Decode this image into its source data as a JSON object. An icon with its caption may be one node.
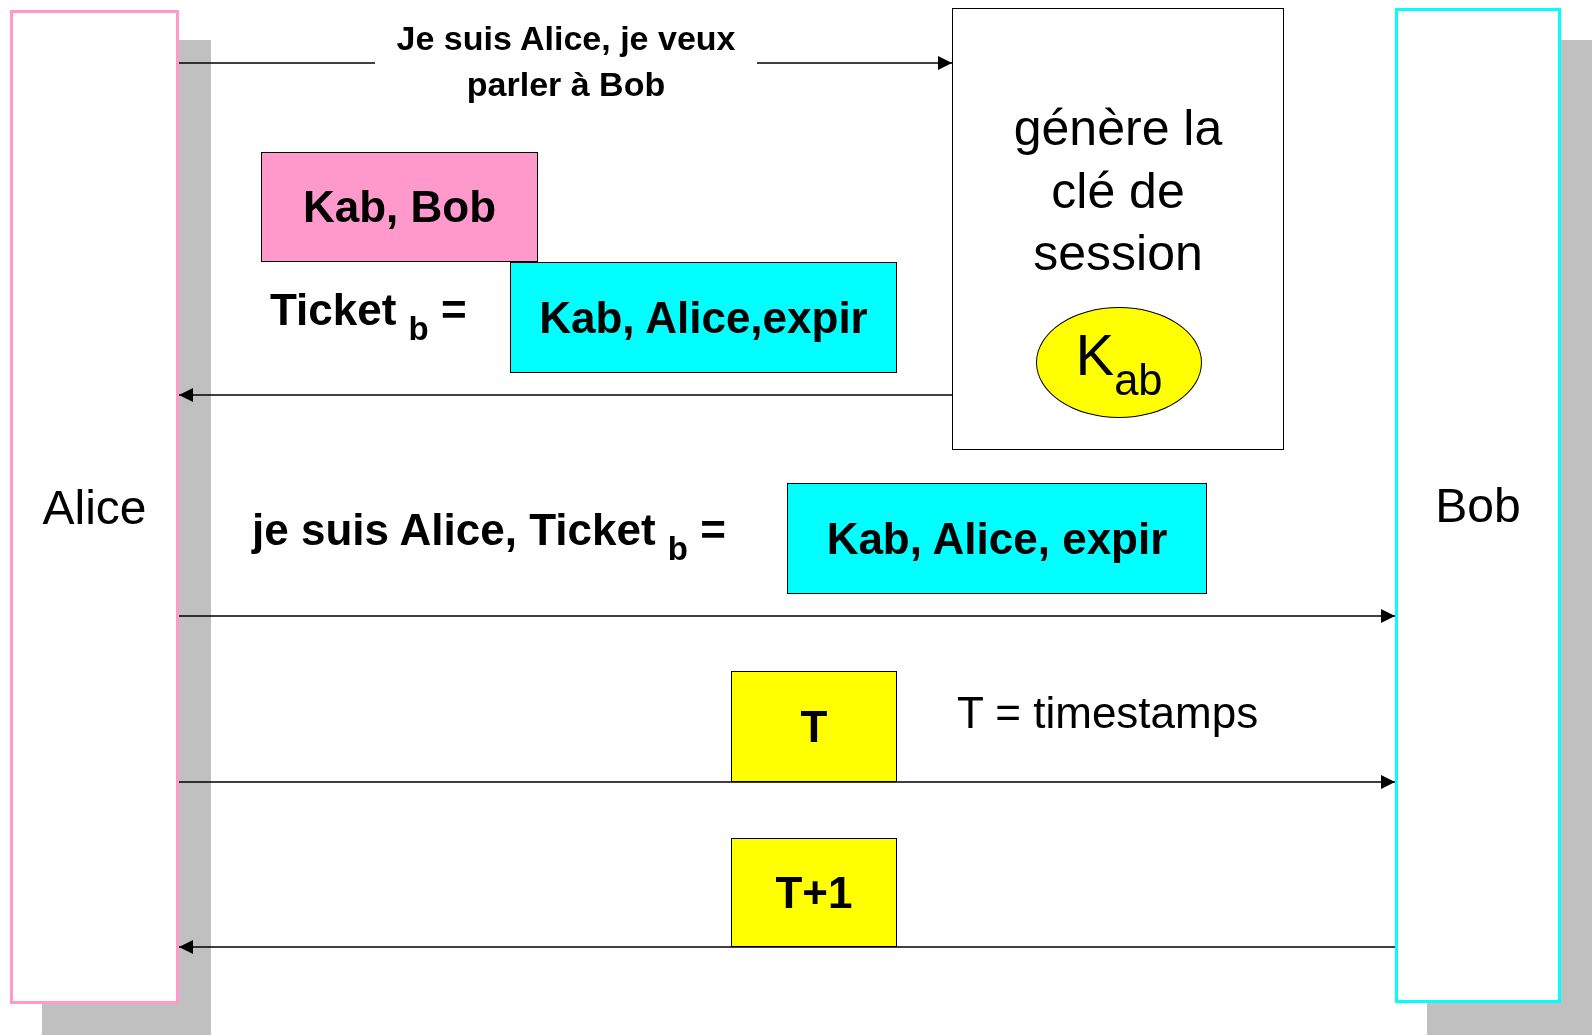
{
  "diagram": {
    "nodes": [
      {
        "text": [
          "Alice"
        ]
      },
      {
        "text": [
          "génère la clé de session"
        ]
      },
      {
        "text": [
          "K$_{ab}$"
        ],
        "in": 1
      },
      {
        "text": [
          "Bob"
        ]
      },
      {
        "text": [
          "Kab, Bob"
        ]
      },
      {
        "text": [
          "Kab, Alice,expir"
        ]
      },
      {
        "text": [
          "Kab, Alice, expir"
        ]
      },
      {
        "text": [
          "T"
        ]
      },
      {
        "text": [
          "T+1"
        ]
      }
    ],
    "edges": [
      {
        "from": 0,
        "to": 1,
        "arrow": "to",
        "label": "Je suis Alice, je veux parler à Bob"
      },
      {
        "from": 1,
        "to": 0,
        "arrow": "to"
      },
      {
        "from": 0,
        "to": 3,
        "arrow": "to"
      },
      {
        "from": 0,
        "to": 3,
        "arrow": "to"
      },
      {
        "from": 3,
        "to": 0,
        "arrow": "to"
      }
    ],
    "labels": [
      "Ticket $_{b}$ =",
      "je suis Alice, Ticket $_{b}$ =",
      "T = timestamps"
    ]
  }
}
